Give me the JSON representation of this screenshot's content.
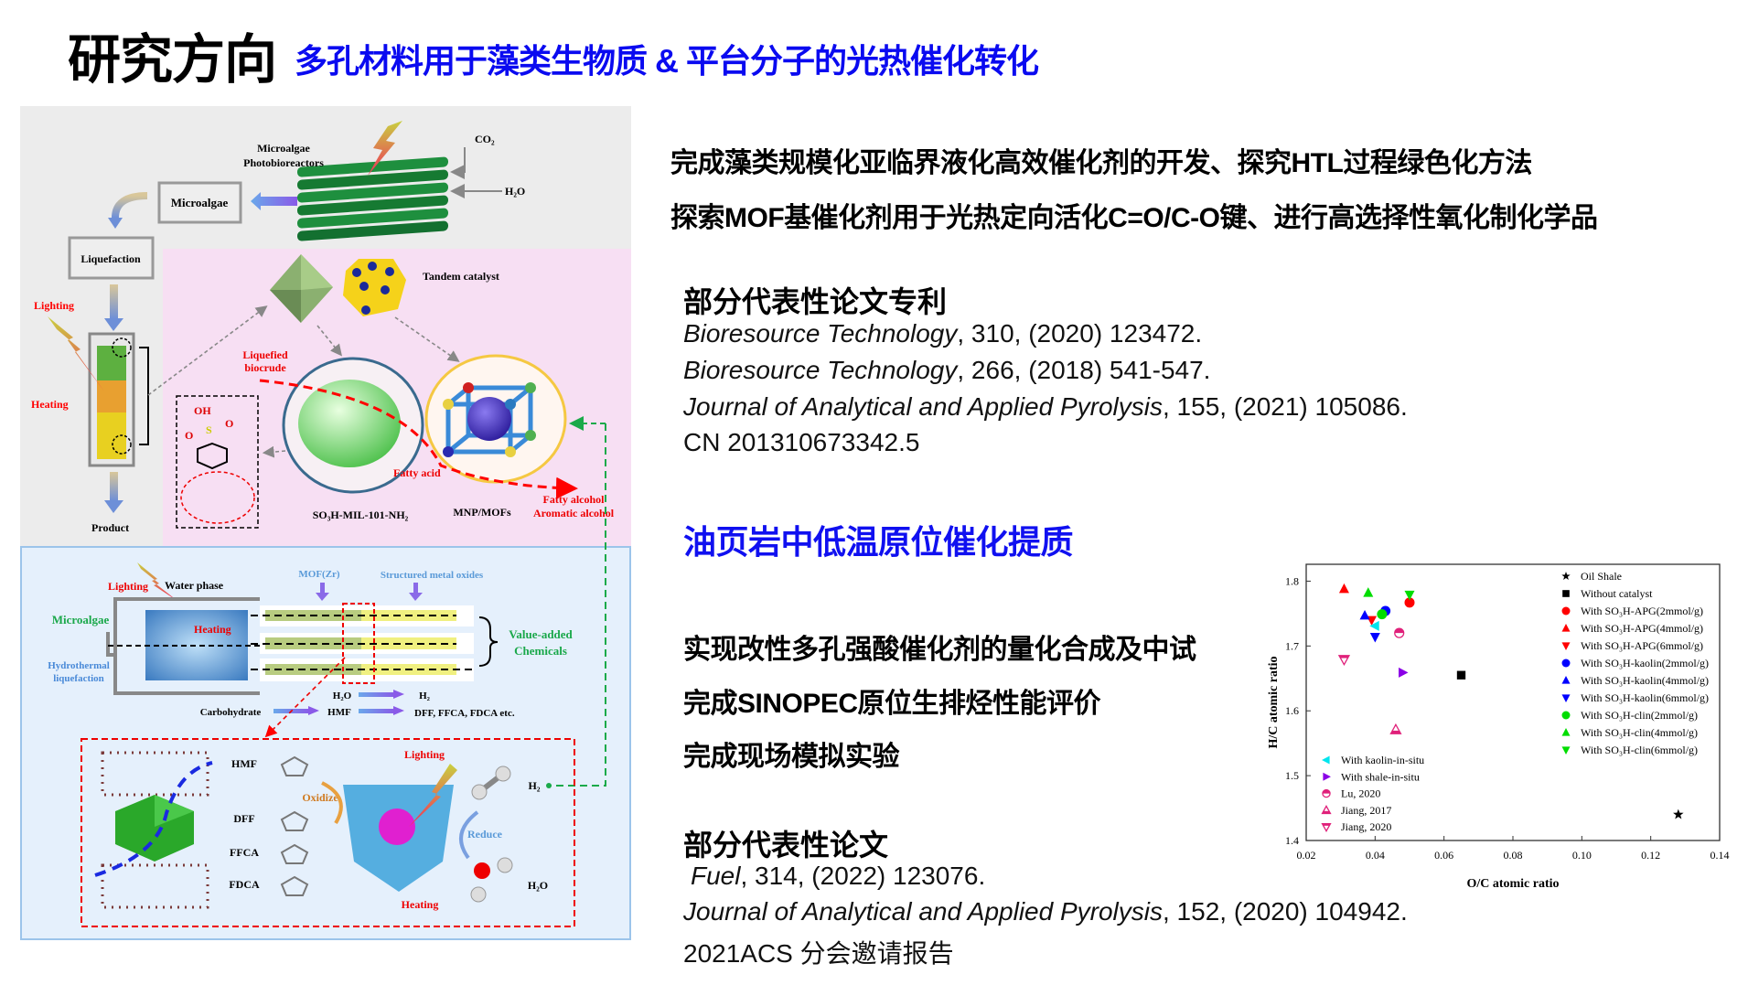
{
  "header": {
    "title": "研究方向",
    "subtitle": "多孔材料用于藻类生物质 & 平台分子的光热催化转化"
  },
  "section1": {
    "lines": [
      "完成藻类规模化亚临界液化高效催化剂的开发、探究HTL过程绿色化方法",
      "探索MOF基催化剂用于光热定向活化C=O/C-O键、进行高选择性氧化制化学品"
    ],
    "papers_heading": "部分代表性论文专利",
    "citations": [
      {
        "journal": "Bioresource Technology",
        "rest": ", 310, (2020) 123472."
      },
      {
        "journal": "Bioresource Technology",
        "rest": ", 266, (2018) 541-547."
      },
      {
        "journal": "Journal of Analytical and Applied Pyrolysis",
        "rest": ", 155, (2021) 105086."
      },
      {
        "journal": "",
        "rest": "CN 201310673342.5"
      }
    ]
  },
  "section2": {
    "heading": "油页岩中低温原位催化提质",
    "lines": [
      "实现改性多孔强酸催化剂的量化合成及中试",
      "完成SINOPEC原位生排烃性能评价",
      "完成现场模拟实验"
    ],
    "papers_heading": "部分代表性论文",
    "citations": [
      {
        "journal": "Fuel",
        "rest": ", 314, (2022) 123076."
      },
      {
        "journal": "Journal of Analytical and Applied Pyrolysis",
        "rest": ", 152, (2020) 104942."
      },
      {
        "journal": "",
        "rest": "2021ACS 分会邀请报告"
      }
    ]
  },
  "figure": {
    "photobioreactors_1": "Microalgae",
    "photobioreactors_2": "Photobioreactors",
    "co2": "CO₂",
    "h2o_in": "H₂O",
    "microalgae_box": "Microalgae",
    "liquefaction_box": "Liquefaction",
    "lighting": "Lighting",
    "heating": "Heating",
    "product": "Product",
    "tandem_catalyst": "Tandem catalyst",
    "liquefied_1": "Liquefied",
    "liquefied_2": "biocrude",
    "oh": "OH",
    "o1": "O",
    "o2": "O",
    "s": "S",
    "fatty_acid": "Fatty acid",
    "mil": "SO₃H-MIL-101-NH₂",
    "mnp": "MNP/MOFs",
    "fatty_alcohol": "Fatty alcohol",
    "aromatic_alcohol": "Aromatic alcohol",
    "lower_lighting": "Lighting",
    "water_phase": "Water phase",
    "lower_microalgae": "Microalgae",
    "hydrothermal_1": "Hydrothermal",
    "hydrothermal_2": "liquefaction",
    "lower_heating": "Heating",
    "mof_zr": "MOF(Zr)",
    "metal_oxides": "Structured  metal oxides",
    "value_added_1": "Value-added",
    "value_added_2": "Chemicals",
    "h2o_mid": "H₂O",
    "h2_mid": "H₂",
    "carbohydrate": "Carbohydrate",
    "hmf_mid": "HMF",
    "products_mid": "DFF, FFCA, FDCA etc.",
    "hmf": "HMF",
    "dff": "DFF",
    "ffca": "FFCA",
    "fdca": "FDCA",
    "oxidize": "Oxidize",
    "box_lighting": "Lighting",
    "box_heating": "Heating",
    "reduce": "Reduce",
    "h2": "H₂",
    "h2o": "H₂O"
  },
  "chart_data": {
    "type": "scatter",
    "title": "",
    "xlabel": "O/C atomic ratio",
    "ylabel": "H/C atomic ratio",
    "xlim": [
      0.02,
      0.14
    ],
    "ylim": [
      1.4,
      1.826
    ],
    "xticks": [
      "0.02",
      "0.04",
      "0.06",
      "0.08",
      "0.10",
      "0.12",
      "0.14"
    ],
    "yticks": [
      "1.4",
      "1.5",
      "1.6",
      "1.7",
      "1.8"
    ],
    "legend_placement": [
      "top-right",
      "bottom-left"
    ],
    "series": [
      {
        "name": "Oil Shale",
        "marker": "star",
        "color": "#000000",
        "x": 0.128,
        "y": 1.44,
        "legend": "right"
      },
      {
        "name": "Without catalyst",
        "marker": "square",
        "color": "#000000",
        "x": 0.065,
        "y": 1.655,
        "legend": "right"
      },
      {
        "name": "With SO₃H-APG(2mmol/g)",
        "marker": "circle",
        "color": "#ff0000",
        "x": 0.05,
        "y": 1.767,
        "legend": "right"
      },
      {
        "name": "With SO₃H-APG(4mmol/g)",
        "marker": "triangle-up",
        "color": "#ff0000",
        "x": 0.031,
        "y": 1.788,
        "legend": "right"
      },
      {
        "name": "With SO₃H-APG(6mmol/g)",
        "marker": "triangle-down",
        "color": "#ff0000",
        "x": 0.039,
        "y": 1.74,
        "legend": "right"
      },
      {
        "name": "With SO₃H-kaolin(2mmol/g)",
        "marker": "circle",
        "color": "#0000ff",
        "x": 0.043,
        "y": 1.754,
        "legend": "right"
      },
      {
        "name": "With SO₃H-kaolin(4mmol/g)",
        "marker": "triangle-up",
        "color": "#0000ff",
        "x": 0.037,
        "y": 1.747,
        "legend": "right"
      },
      {
        "name": "With SO₃H-kaolin(6mmol/g)",
        "marker": "triangle-down",
        "color": "#0000ff",
        "x": 0.04,
        "y": 1.714,
        "legend": "right"
      },
      {
        "name": "With SO₃H-clin(2mmol/g)",
        "marker": "circle",
        "color": "#00dd00",
        "x": 0.042,
        "y": 1.749,
        "legend": "right"
      },
      {
        "name": "With SO₃H-clin(4mmol/g)",
        "marker": "triangle-up",
        "color": "#00dd00",
        "x": 0.038,
        "y": 1.782,
        "legend": "right"
      },
      {
        "name": "With SO₃H-clin(6mmol/g)",
        "marker": "triangle-down",
        "color": "#00dd00",
        "x": 0.05,
        "y": 1.779,
        "legend": "right"
      },
      {
        "name": "With kaolin-in-situ",
        "marker": "triangle-left",
        "color": "#00e5ee",
        "x": 0.04,
        "y": 1.731,
        "legend": "left"
      },
      {
        "name": "With shale-in-situ",
        "marker": "triangle-right",
        "color": "#8a00e6",
        "x": 0.048,
        "y": 1.659,
        "legend": "left"
      },
      {
        "name": "Lu, 2020",
        "marker": "half-circle",
        "color": "#e0207a",
        "x": 0.047,
        "y": 1.72,
        "legend": "left"
      },
      {
        "name": "Jiang, 2017",
        "marker": "hollow-triangle-up",
        "color": "#e0207a",
        "x": 0.046,
        "y": 1.571,
        "legend": "left"
      },
      {
        "name": "Jiang, 2020",
        "marker": "hollow-triangle-down",
        "color": "#e0207a",
        "x": 0.031,
        "y": 1.679,
        "legend": "left"
      }
    ]
  }
}
